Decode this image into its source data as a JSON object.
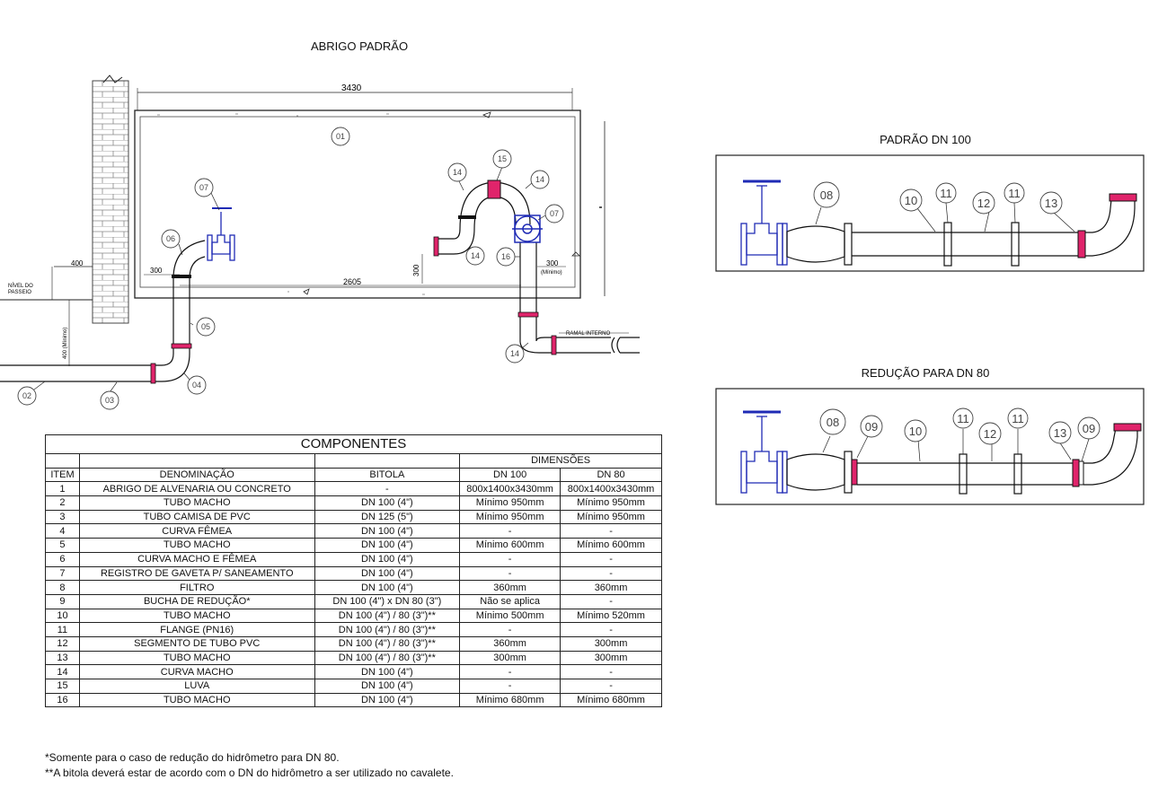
{
  "titles": {
    "abrigo": "ABRIGO PADRÃO",
    "padrao": "PADRÃO DN 100",
    "reducao": "REDUÇÃO PARA DN 80"
  },
  "drawing": {
    "dim_3430": "3430",
    "dim_2605": "2605",
    "dim_300_left": "300",
    "dim_300_right": "300",
    "dim_minimo": "(Mínimo)",
    "dim_400": "400",
    "dim_400_vertical": "400 (Mínimo)",
    "dim_300_vertical": "300",
    "nivel_line1": "NÍVEL DO",
    "nivel_line2": "PASSEIO",
    "ramal": "RAMAL INTERNO",
    "labels": {
      "l01": "01",
      "l02": "02",
      "l03": "03",
      "l04": "04",
      "l05": "05",
      "l06": "06",
      "l07a": "07",
      "l07b": "07",
      "l14a": "14",
      "l14b": "14",
      "l14c": "14",
      "l14d": "14",
      "l15": "15",
      "l16": "16"
    }
  },
  "padrao_labels": {
    "l08": "08",
    "l10": "10",
    "l11a": "11",
    "l12": "12",
    "l11b": "11",
    "l13": "13"
  },
  "reducao_labels": {
    "l08": "08",
    "l09a": "09",
    "l10": "10",
    "l11a": "11",
    "l12": "12",
    "l11b": "11",
    "l13": "13",
    "l09b": "09"
  },
  "table": {
    "title": "COMPONENTES",
    "dimensoes": "DIMENSÕES",
    "headers": {
      "item": "ITEM",
      "denominacao": "DENOMINAÇÃO",
      "bitola": "BITOLA",
      "dn100": "DN 100",
      "dn80": "DN 80"
    },
    "rows": [
      [
        "1",
        "ABRIGO DE ALVENARIA OU CONCRETO",
        "-",
        "800x1400x3430mm",
        "800x1400x3430mm"
      ],
      [
        "2",
        "TUBO MACHO",
        "DN 100 (4\")",
        "Mínimo 950mm",
        "Mínimo 950mm"
      ],
      [
        "3",
        "TUBO CAMISA DE PVC",
        "DN 125 (5\")",
        "Mínimo 950mm",
        "Mínimo 950mm"
      ],
      [
        "4",
        "CURVA FÊMEA",
        "DN 100 (4\")",
        "-",
        "-"
      ],
      [
        "5",
        "TUBO MACHO",
        "DN 100 (4\")",
        "Mínimo 600mm",
        "Mínimo 600mm"
      ],
      [
        "6",
        "CURVA MACHO E FÊMEA",
        "DN 100 (4\")",
        "-",
        "-"
      ],
      [
        "7",
        "REGISTRO DE GAVETA P/ SANEAMENTO",
        "DN 100 (4\")",
        "-",
        "-"
      ],
      [
        "8",
        "FILTRO",
        "DN 100 (4\")",
        "360mm",
        "360mm"
      ],
      [
        "9",
        "BUCHA DE REDUÇÃO*",
        "DN 100 (4\") x DN 80 (3\")",
        "Não se aplica",
        "-"
      ],
      [
        "10",
        "TUBO MACHO",
        "DN 100 (4\") / 80 (3\")**",
        "Mínimo 500mm",
        "Mínimo 520mm"
      ],
      [
        "11",
        "FLANGE (PN16)",
        "DN 100 (4\") / 80 (3\")**",
        "-",
        "-"
      ],
      [
        "12",
        "SEGMENTO DE TUBO PVC",
        "DN 100 (4\") / 80 (3\")**",
        "360mm",
        "300mm"
      ],
      [
        "13",
        "TUBO MACHO",
        "DN 100 (4\") / 80 (3\")**",
        "300mm",
        "300mm"
      ],
      [
        "14",
        "CURVA MACHO",
        "DN 100 (4\")",
        "-",
        "-"
      ],
      [
        "15",
        "LUVA",
        "DN 100 (4\")",
        "-",
        "-"
      ],
      [
        "16",
        "TUBO MACHO",
        "DN 100 (4\")",
        "Mínimo 680mm",
        "Mínimo 680mm"
      ]
    ]
  },
  "notes": {
    "n1": "*Somente para o caso de redução do hidrômetro para DN 80.",
    "n2": "**A bitola deverá estar de acordo com o DN do hidrômetro a ser utilizado no cavalete."
  },
  "colors": {
    "line": "#111111",
    "valve": "#1f2bb5",
    "joint": "#e0246b",
    "brick": "#888888"
  }
}
